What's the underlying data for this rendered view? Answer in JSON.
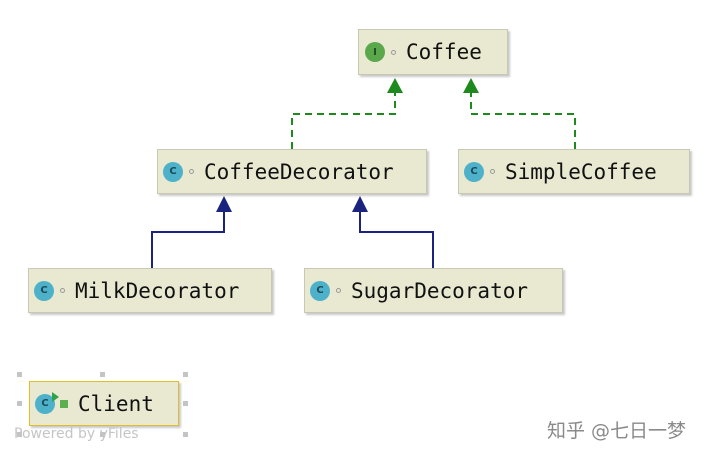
{
  "nodes": {
    "coffee": {
      "label": "Coffee",
      "badge": "I",
      "kind": "interface"
    },
    "coffee_decorator": {
      "label": "CoffeeDecorator",
      "badge": "C",
      "kind": "class"
    },
    "simple_coffee": {
      "label": "SimpleCoffee",
      "badge": "C",
      "kind": "class"
    },
    "milk_decorator": {
      "label": "MilkDecorator",
      "badge": "C",
      "kind": "class"
    },
    "sugar_decorator": {
      "label": "SugarDecorator",
      "badge": "C",
      "kind": "class"
    },
    "client": {
      "label": "Client",
      "badge": "C",
      "kind": "class",
      "selected": true
    }
  },
  "edges": [
    {
      "from": "CoffeeDecorator",
      "to": "Coffee",
      "type": "implements"
    },
    {
      "from": "SimpleCoffee",
      "to": "Coffee",
      "type": "implements"
    },
    {
      "from": "MilkDecorator",
      "to": "CoffeeDecorator",
      "type": "extends"
    },
    {
      "from": "SugarDecorator",
      "to": "CoffeeDecorator",
      "type": "extends"
    }
  ],
  "footer": {
    "powered_by": "Powered by yFiles"
  },
  "watermark": {
    "text": "知乎 @七日一梦"
  },
  "colors": {
    "node_fill": "#e9e9d1",
    "implements_edge": "#1e8a1e",
    "extends_edge": "#1a237e",
    "selection": "#e1bd2b",
    "class_badge": "#4db1c9",
    "interface_badge": "#5ba84c"
  }
}
